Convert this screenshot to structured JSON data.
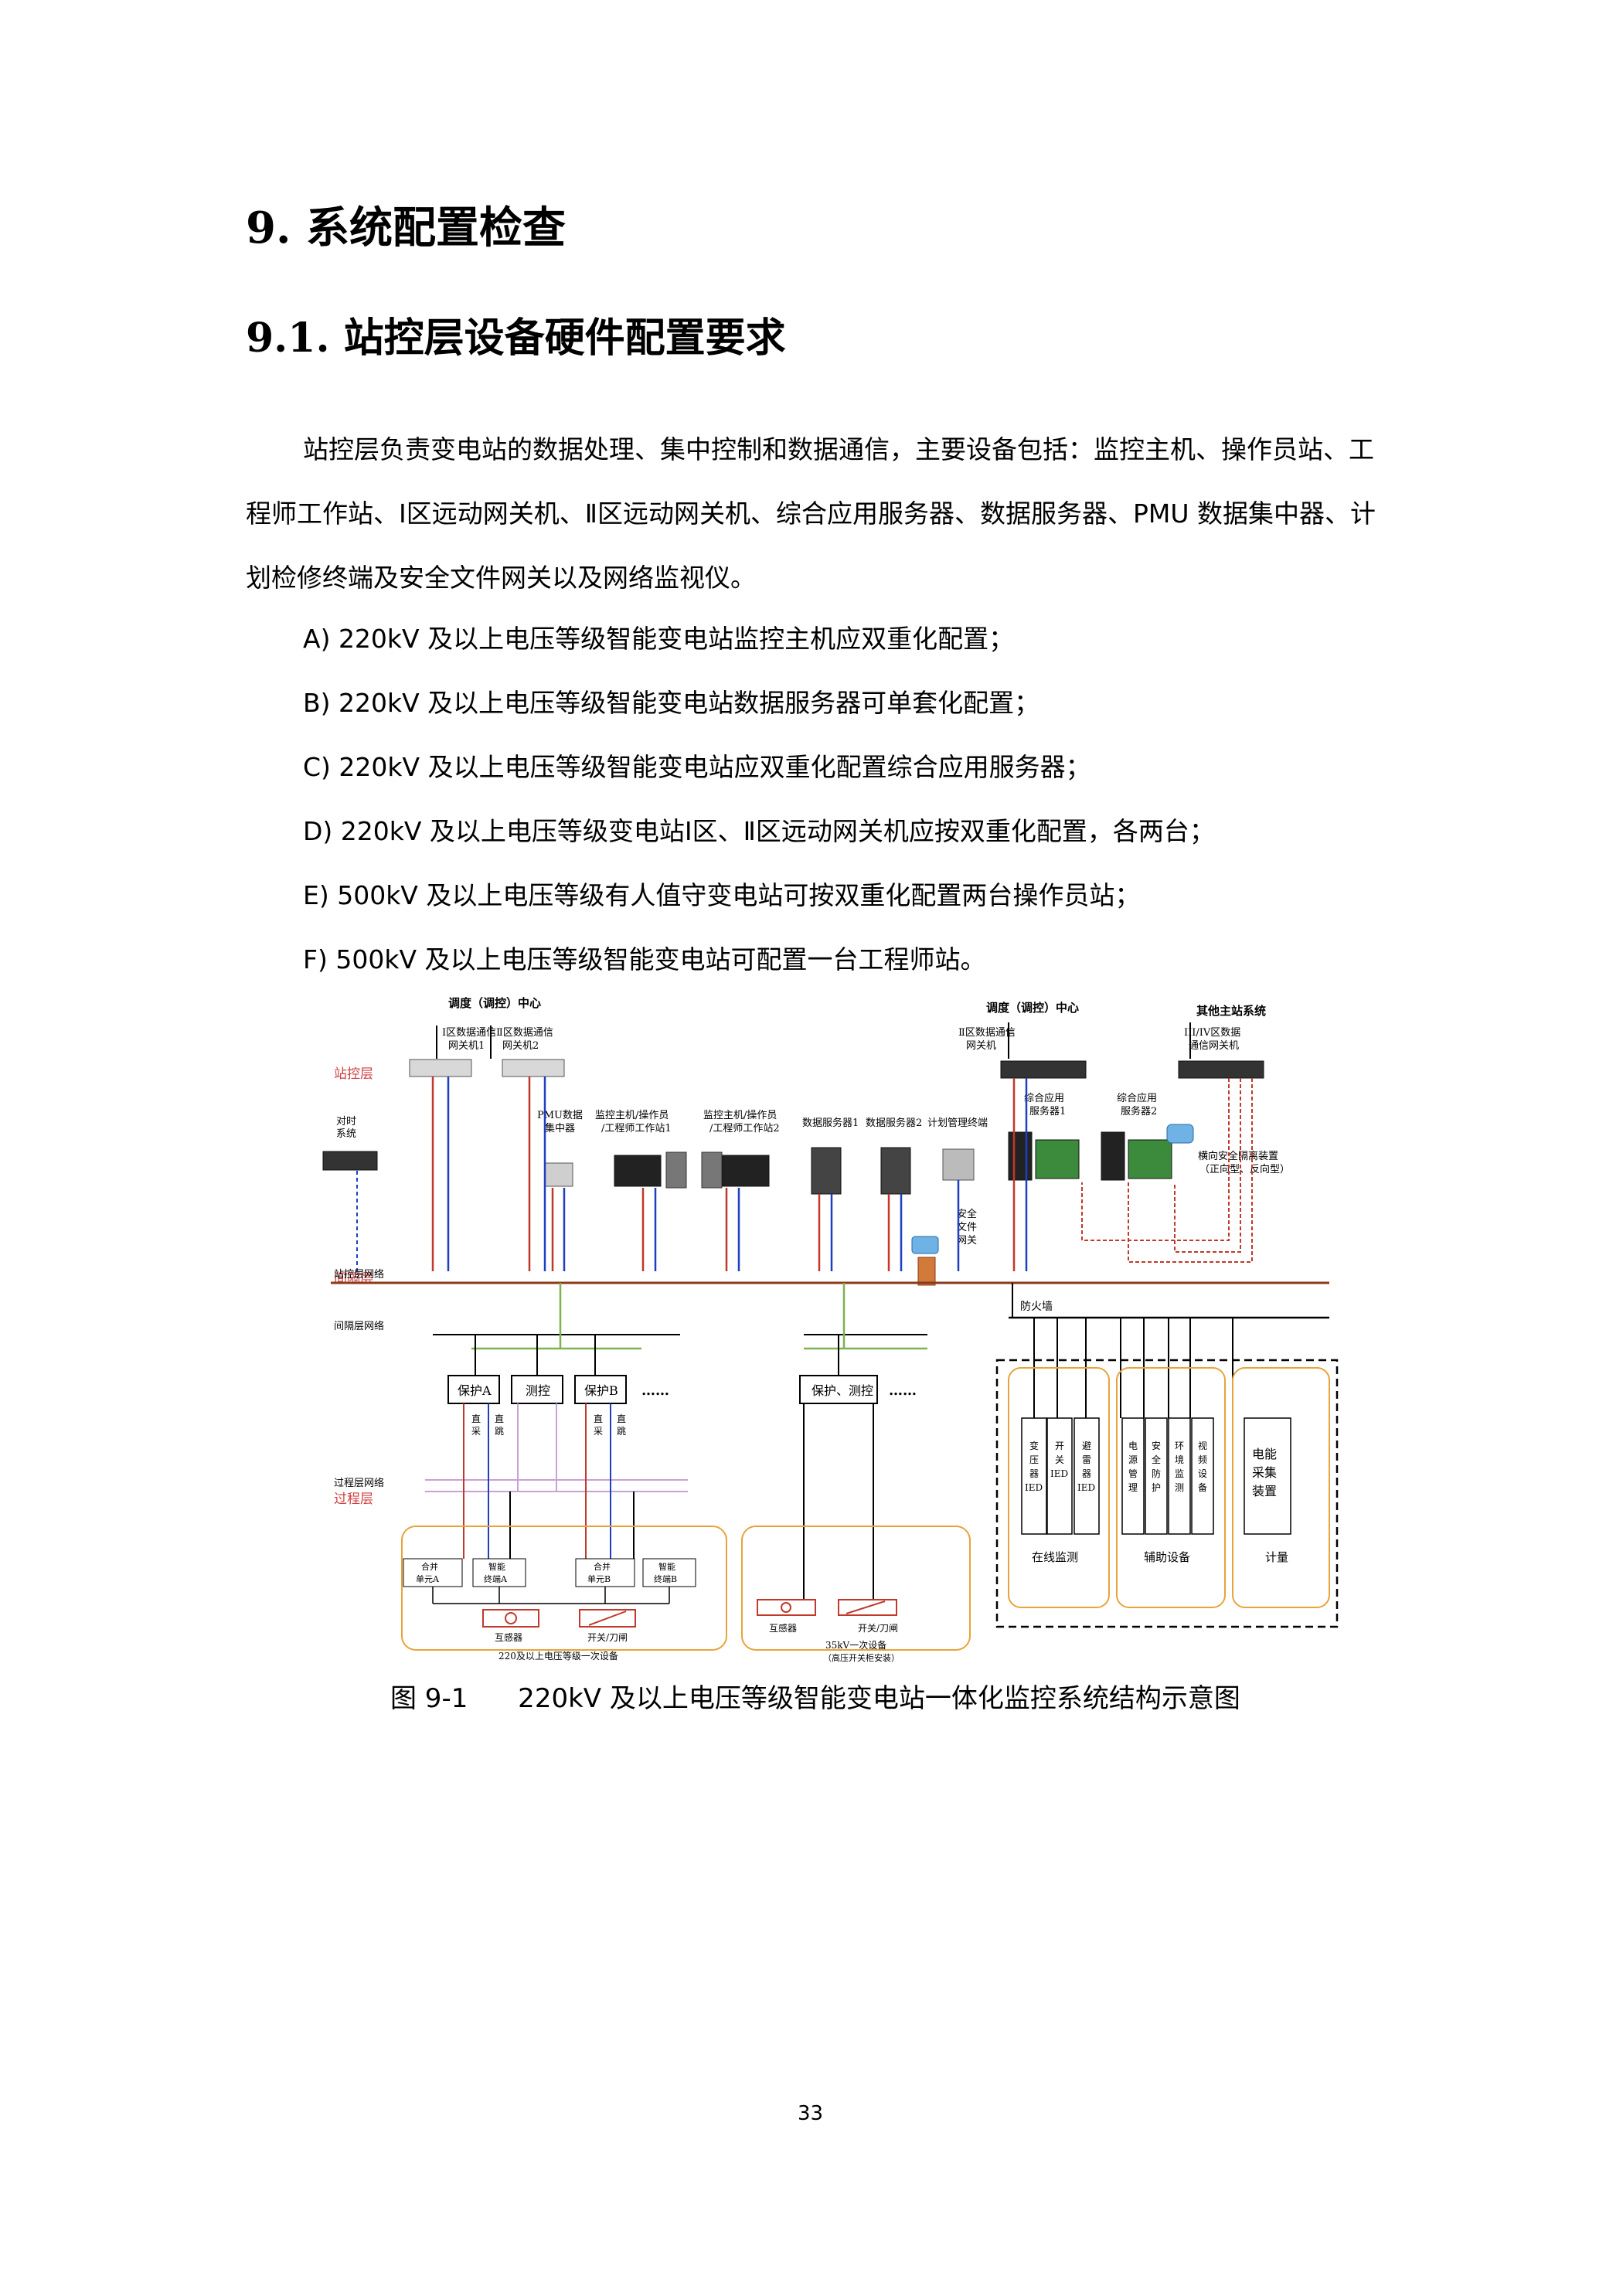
{
  "heading1": "9.  系统配置检查",
  "heading2": "9.1. 站控层设备硬件配置要求",
  "paragraph": "站控层负责变电站的数据处理、集中控制和数据通信，主要设备包括：监控主机、操作员站、工程师工作站、Ⅰ区远动网关机、Ⅱ区远动网关机、综合应用服务器、数据服务器、PMU 数据集中器、计划检修终端及安全文件网关以及网络监视仪。",
  "items": [
    "A) 220kV 及以上电压等级智能变电站监控主机应双重化配置；",
    "B) 220kV 及以上电压等级智能变电站数据服务器可单套化配置；",
    "C) 220kV 及以上电压等级智能变电站应双重化配置综合应用服务器；",
    "D) 220kV 及以上电压等级变电站Ⅰ区、Ⅱ区远动网关机应按双重化配置，各两台；",
    "E) 500kV 及以上电压等级有人值守变电站可按双重化配置两台操作员站；",
    "F) 500kV 及以上电压等级智能变电站可配置一台工程师站。"
  ],
  "figure": {
    "dispatch_left": "调度（调控）中心",
    "dispatch_right": "调度（调控）中心",
    "other_master": "其他主站系统",
    "gw1": [
      "Ⅰ区数据通信",
      "网关机1"
    ],
    "gw2": [
      "Ⅱ区数据通信",
      "网关机2"
    ],
    "gw3": [
      "Ⅱ区数据通信",
      "网关机"
    ],
    "gw4": [
      "III/IV区数据",
      "通信网关机"
    ],
    "layer_station": "站控层",
    "layer_bay": "间隔层",
    "layer_process": "过程层",
    "net_station": "站控层网络",
    "net_bay": "间隔层网络",
    "net_process": "过程层网络",
    "time_sys": [
      "对时",
      "系统"
    ],
    "pmu": [
      "PMU数据",
      "集中器"
    ],
    "ws1": [
      "监控主机/操作员",
      "/工程师工作站1"
    ],
    "ws2": [
      "监控主机/操作员",
      "/工程师工作站2"
    ],
    "ds1": "数据服务器1",
    "ds2": "数据服务器2",
    "plan": "计划管理终端",
    "app1": [
      "综合应用",
      "服务器1"
    ],
    "app2": [
      "综合应用",
      "服务器2"
    ],
    "isolation": [
      "横向安全隔离装置",
      "（正向型、反向型）"
    ],
    "safe_gw": [
      "安全",
      "文件",
      "网关"
    ],
    "firewall": "防火墙",
    "protA": "保护A",
    "meas": "测控",
    "protB": "保护B",
    "prot_meas": "保护、测控",
    "dots": "……",
    "direct_sample": [
      "直",
      "采"
    ],
    "direct_trip": [
      "直",
      "跳"
    ],
    "mergeA": [
      "合并",
      "单元A"
    ],
    "smartA": [
      "智能",
      "终端A"
    ],
    "mergeB": [
      "合并",
      "单元B"
    ],
    "smartB": [
      "智能",
      "终端B"
    ],
    "transformer": "互感器",
    "switch": "开关/刀闸",
    "eq220": "220及以上电压等级一次设备",
    "eq35": [
      "35kV一次设备",
      "（高压开关柜安装）"
    ],
    "mon_boxes": [
      [
        "变",
        "压",
        "器",
        "IED"
      ],
      [
        "开",
        "关",
        "IED"
      ],
      [
        "避",
        "雷",
        "器",
        "IED"
      ]
    ],
    "aux_boxes": [
      [
        "电",
        "源",
        "管",
        "理"
      ],
      [
        "安",
        "全",
        "防",
        "护"
      ],
      [
        "环",
        "境",
        "监",
        "测"
      ],
      [
        "视",
        "频",
        "设",
        "备"
      ]
    ],
    "meter_box": [
      "电能",
      "采集",
      "装置"
    ],
    "online_mon": "在线监测",
    "aux_equip": "辅助设备",
    "metering": "计量"
  },
  "caption": "图 9-1      220kV 及以上电压等级智能变电站一体化监控系统结构示意图",
  "page_number": "33",
  "colors": {
    "red_line": "#c0392b",
    "blue_line": "#1f3fbf",
    "brown_line": "#8b3a1a",
    "orange_frame": "#e8a33a"
  }
}
